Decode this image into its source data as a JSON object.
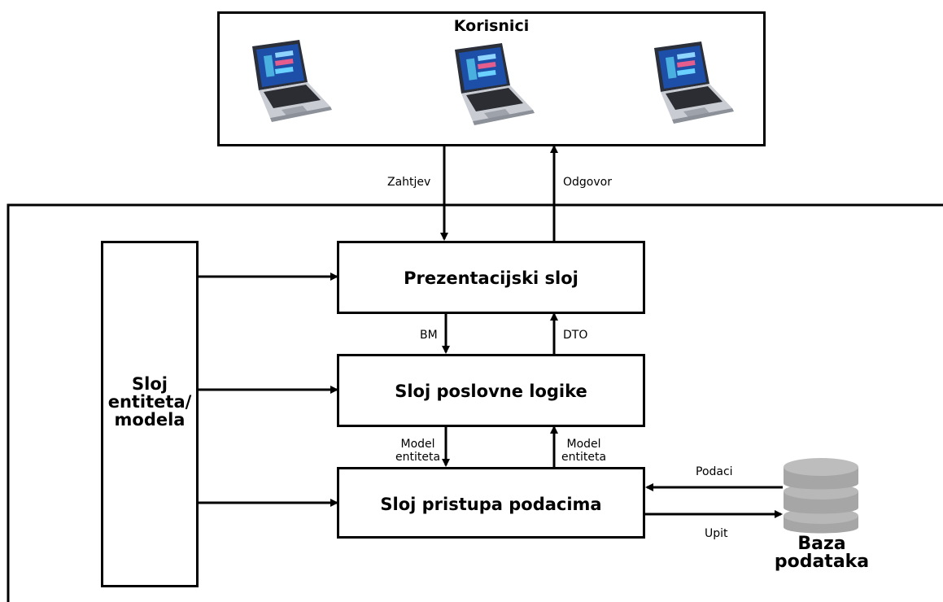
{
  "users": {
    "title": "Korisnici"
  },
  "flows": {
    "request": "Zahtjev",
    "response": "Odgovor",
    "bm": "BM",
    "dto": "DTO",
    "model_down_1": "Model",
    "model_down_2": "entiteta",
    "model_up_1": "Model",
    "model_up_2": "entiteta",
    "data": "Podaci",
    "query": "Upit"
  },
  "layers": {
    "presentation": "Prezentacijski sloj",
    "business": "Sloj poslovne logike",
    "data_access": "Sloj pristupa podacima",
    "entity_1": "Sloj",
    "entity_2": "entiteta/",
    "entity_3": "modela"
  },
  "database": {
    "label_1": "Baza",
    "label_2": "podataka"
  },
  "icons": [
    "laptop-icon",
    "laptop-icon",
    "laptop-icon",
    "database-icon"
  ]
}
